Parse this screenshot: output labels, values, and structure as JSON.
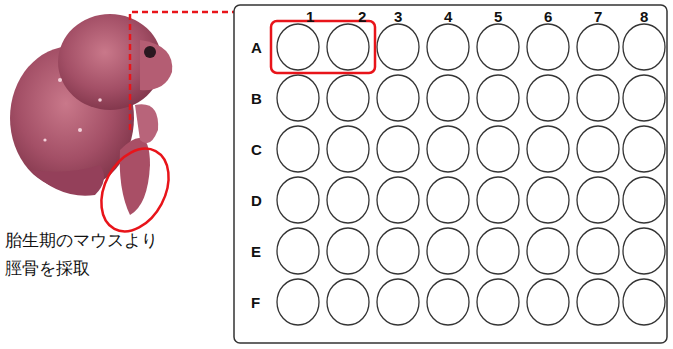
{
  "diagram": {
    "labels": [
      "1",
      "2",
      "3",
      "4",
      "5",
      "6",
      "7",
      "8",
      "A",
      "B",
      "C",
      "D",
      "E",
      "F",
      "胎生期のマウスより 脛骨を採取"
    ]
  }
}
